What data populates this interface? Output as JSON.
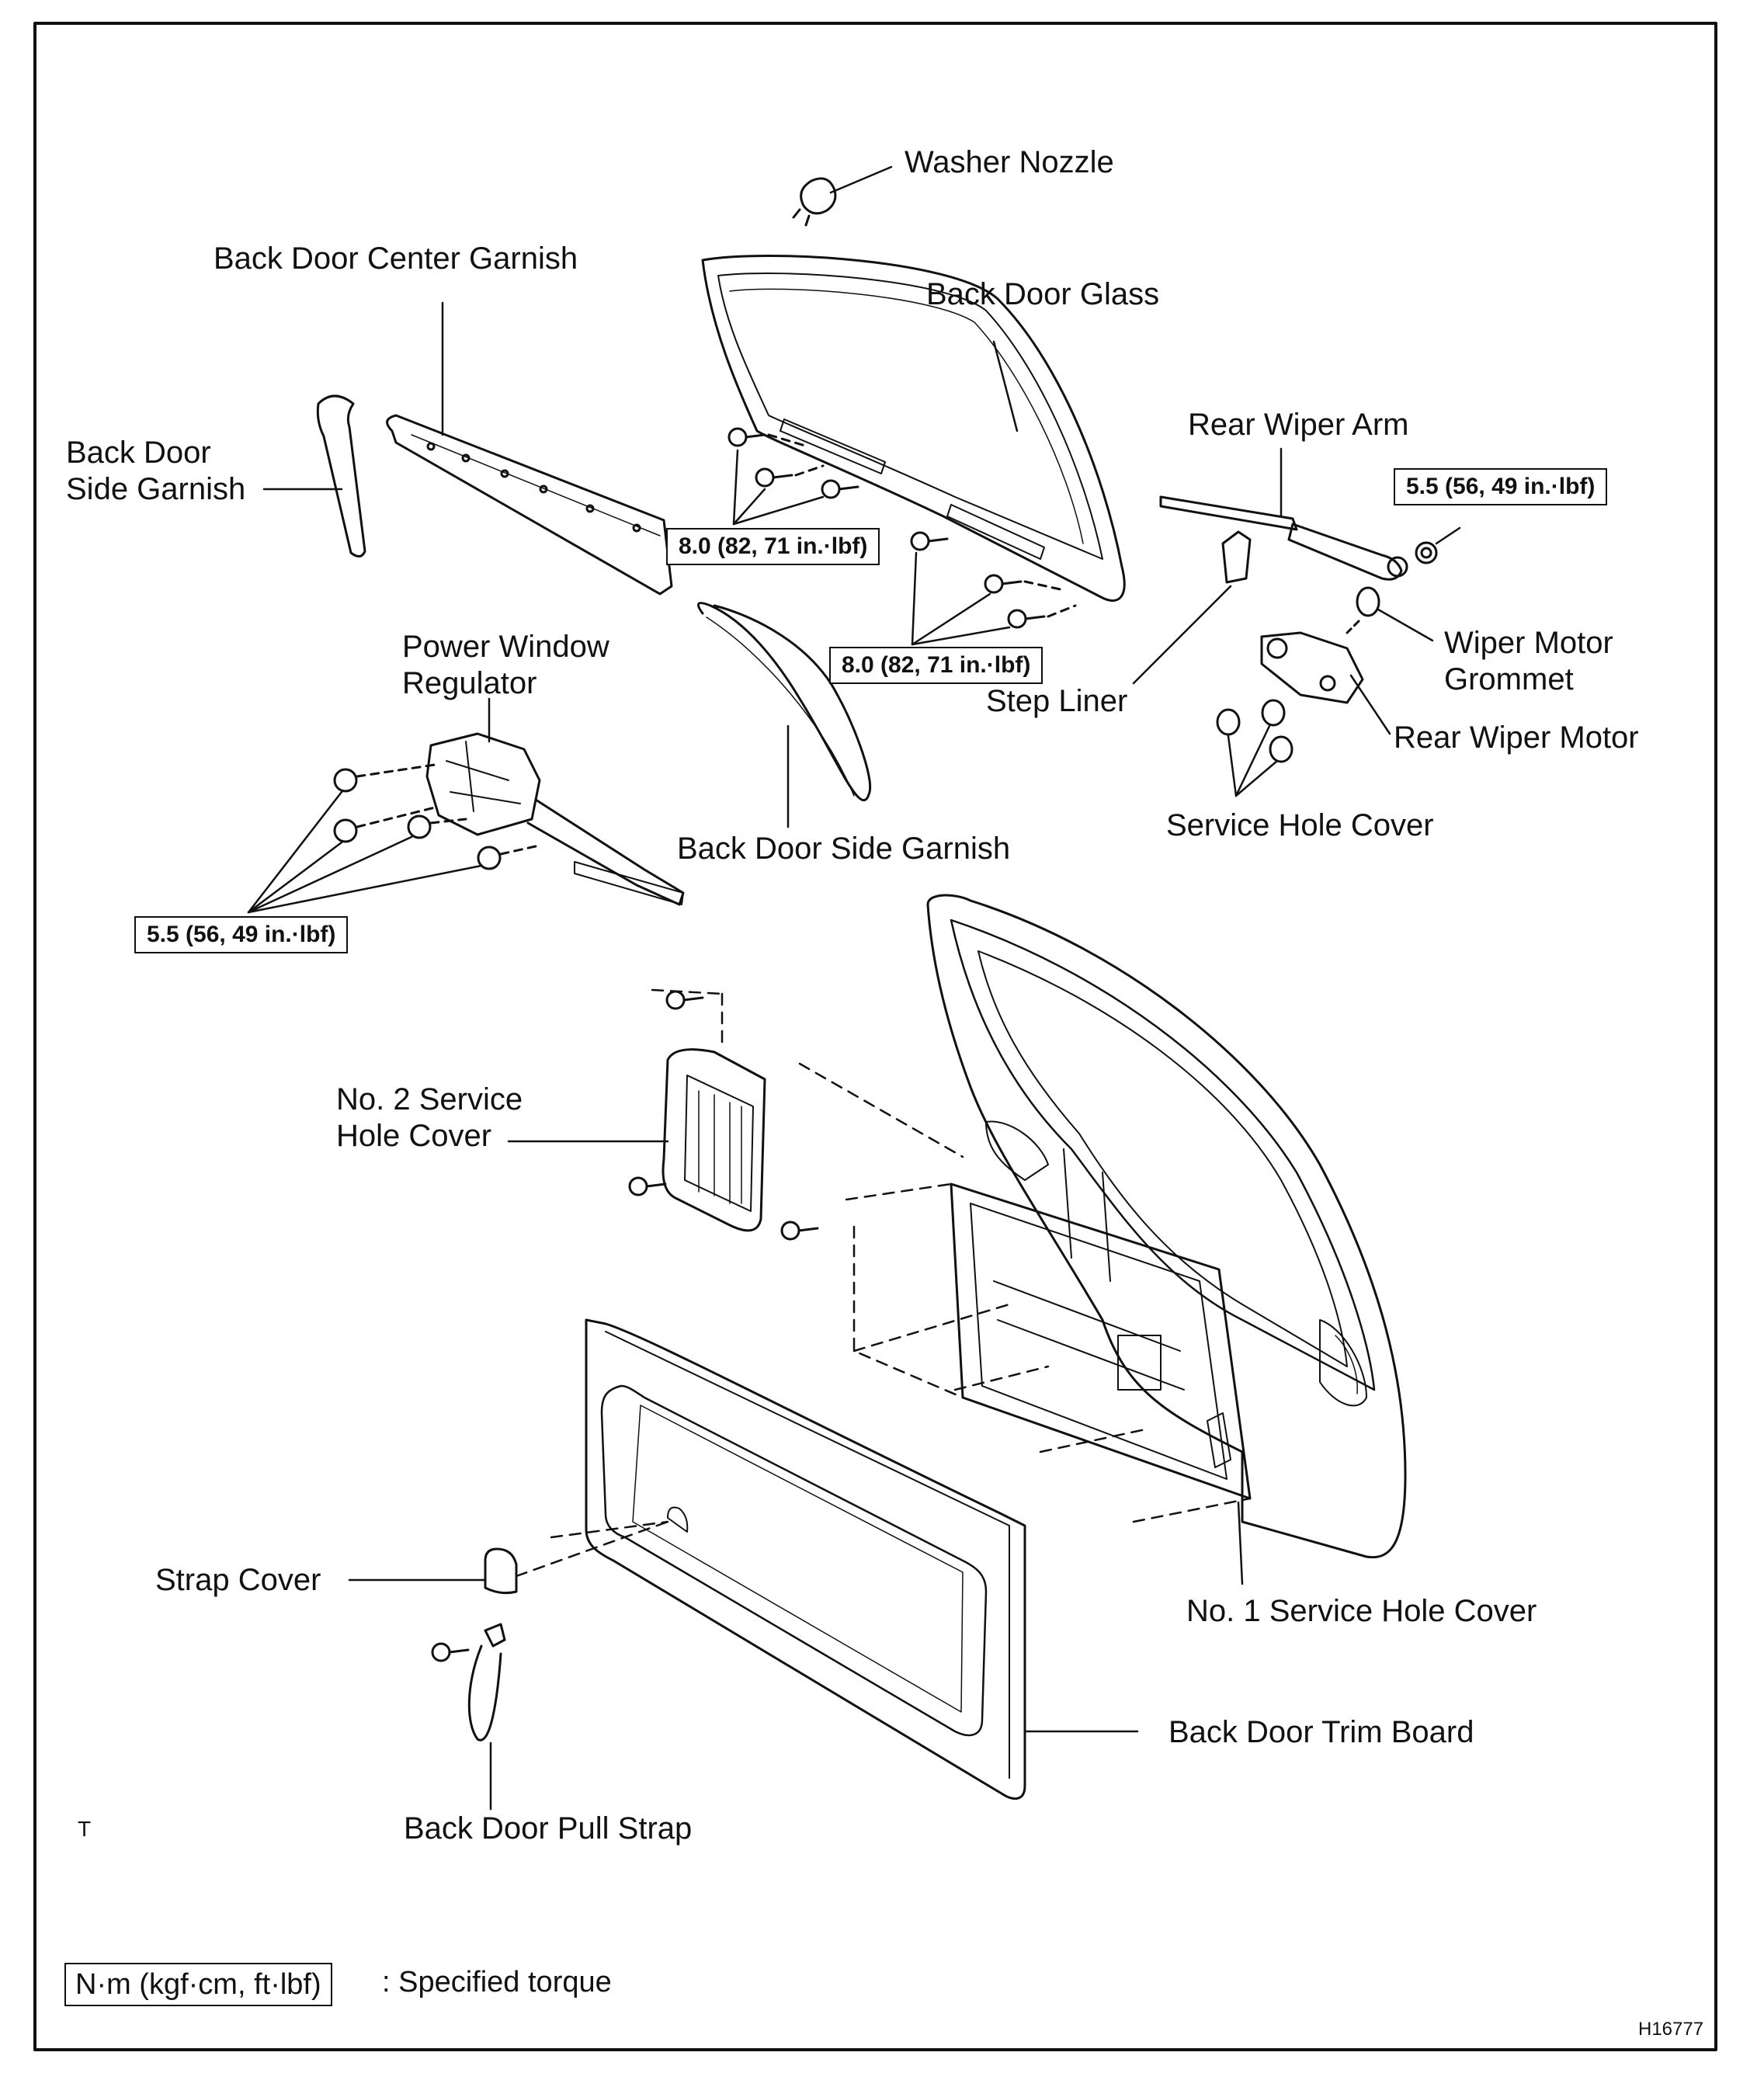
{
  "labels": {
    "washer_nozzle": "Washer Nozzle",
    "center_garnish": "Back Door Center Garnish",
    "back_door_glass": "Back Door Glass",
    "side_garnish_left_1": "Back Door",
    "side_garnish_left_2": "Side Garnish",
    "rear_wiper_arm": "Rear Wiper Arm",
    "power_window_1": "Power Window",
    "power_window_2": "Regulator",
    "wiper_grommet_1": "Wiper Motor",
    "wiper_grommet_2": "Grommet",
    "step_liner": "Step Liner",
    "rear_wiper_motor": "Rear Wiper Motor",
    "service_hole_cover": "Service Hole Cover",
    "side_garnish_right": "Back Door Side Garnish",
    "no2_cover_1": "No. 2 Service",
    "no2_cover_2": "Hole Cover",
    "strap_cover": "Strap Cover",
    "no1_cover": "No. 1 Service Hole Cover",
    "trim_board": "Back Door Trim Board",
    "pull_strap": "Back Door Pull Strap",
    "t_mark": "T",
    "figure_code": "H16777"
  },
  "torques": {
    "glass_left": "8.0 (82, 71 in.·lbf)",
    "glass_right": "8.0 (82, 71 in.·lbf)",
    "wiper_arm": "5.5 (56, 49 in.·lbf)",
    "regulator": "5.5 (56, 49 in.·lbf)"
  },
  "legend": {
    "unit": "N·m (kgf·cm, ft·lbf)",
    "text": ": Specified torque"
  }
}
